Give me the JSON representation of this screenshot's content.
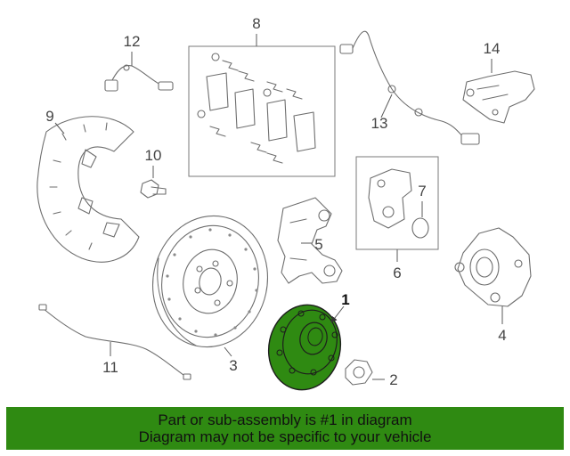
{
  "diagram": {
    "labels": {
      "1": "1",
      "2": "2",
      "3": "3",
      "4": "4",
      "5": "5",
      "6": "6",
      "7": "7",
      "8": "8",
      "9": "9",
      "10": "10",
      "11": "11",
      "12": "12",
      "13": "13",
      "14": "14"
    },
    "highlight_color": "#2f8a12"
  },
  "footer": {
    "line1": "Part or sub-assembly is #1 in diagram",
    "line2": "Diagram may not be specific to your vehicle",
    "background": "#2f8a12"
  }
}
